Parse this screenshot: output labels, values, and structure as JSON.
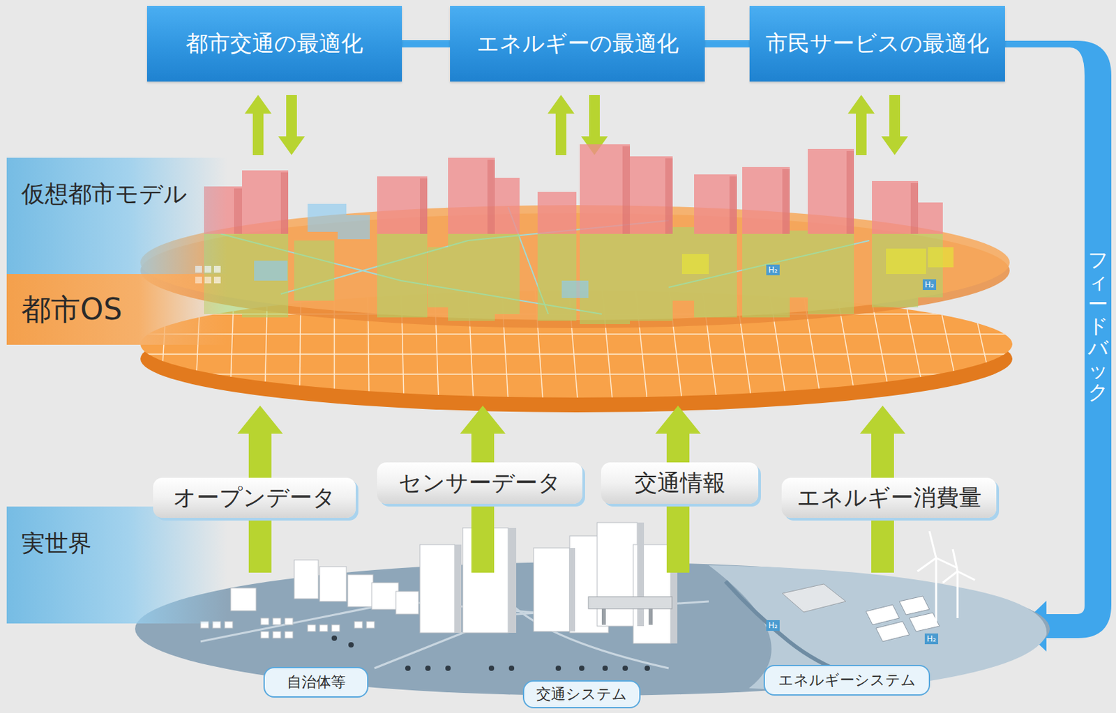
{
  "diagram": {
    "nodes": [
      {
        "text": [
          "都市交通の最適化"
        ]
      },
      {
        "text": [
          "エネルギーの最適化"
        ]
      },
      {
        "text": [
          "市民サービスの最適化"
        ]
      },
      {
        "text": [
          "仮想都市モデル"
        ]
      },
      {
        "text": [
          "都市OS"
        ]
      },
      {
        "text": [
          "実世界"
        ]
      },
      {
        "text": [
          "オープンデータ"
        ]
      },
      {
        "text": [
          "センサーデータ"
        ]
      },
      {
        "text": [
          "交通情報"
        ]
      },
      {
        "text": [
          "エネルギー消費量"
        ]
      },
      {
        "text": [
          "自治体等"
        ]
      },
      {
        "text": [
          "交通システム"
        ]
      },
      {
        "text": [
          "エネルギーシステム"
        ]
      }
    ],
    "edges": [
      {
        "from": 0,
        "to": 1,
        "arrow": "none"
      },
      {
        "from": 1,
        "to": 2,
        "arrow": "none"
      }
    ],
    "labels": [
      "フィードバック",
      "H₂",
      "H₂",
      "H₂",
      "H₂"
    ]
  }
}
